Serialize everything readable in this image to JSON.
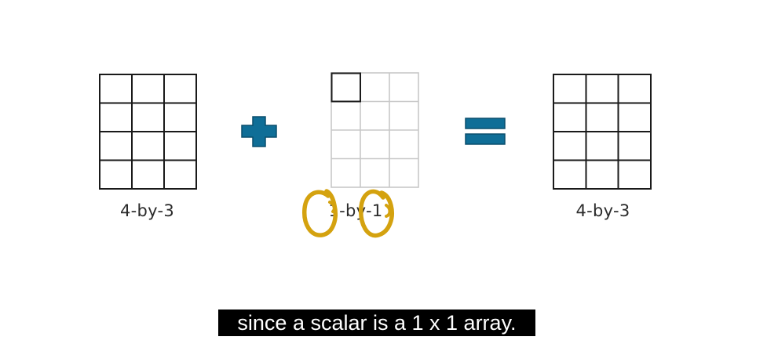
{
  "matrices": {
    "left": {
      "label": "4-by-3",
      "rows": 4,
      "cols": 3
    },
    "middle": {
      "label": "1-by-1",
      "rows": 4,
      "cols": 3,
      "highlighted_cell": [
        0,
        0
      ]
    },
    "right": {
      "label": "4-by-3",
      "rows": 4,
      "cols": 3
    }
  },
  "operators": {
    "plus": "plus-icon",
    "equals": "equals-icon"
  },
  "annotation": {
    "type": "hand-drawn circles around the 1s in 1-by-1"
  },
  "subtitle": {
    "text": "since a scalar is a 1 x 1 array."
  },
  "colors": {
    "operator_blue": "#0f6e97",
    "annotation_gold": "#d4a20f",
    "grid_dark": "#1a1a1a",
    "grid_light": "#c8c8c8"
  }
}
